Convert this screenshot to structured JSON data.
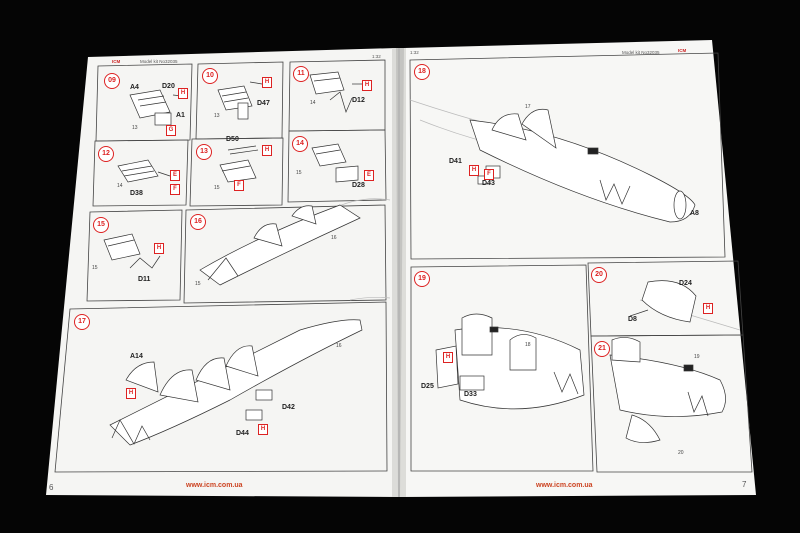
{
  "colors": {
    "background": "#050505",
    "paper": "#f6f6f4",
    "accent": "#d22222",
    "line": "#555555"
  },
  "header": {
    "brand": "ICM",
    "left_model": "Model kit No32035",
    "right_model": "Model kit No32035",
    "scale": "1:32"
  },
  "footer": {
    "left_page": "6",
    "right_page": "7",
    "left_url": "www.icm.com.ua",
    "right_url": "www.icm.com.ua"
  },
  "steps": [
    {
      "number": "09",
      "parts": [
        "A4",
        "D20",
        "A1"
      ],
      "tags": [
        "H",
        "G"
      ]
    },
    {
      "number": "10",
      "parts": [
        "D47"
      ],
      "tags": [
        "H"
      ]
    },
    {
      "number": "11",
      "parts": [
        "D12"
      ],
      "tags": [
        "H"
      ]
    },
    {
      "number": "12",
      "parts": [
        "D38"
      ],
      "tags": [
        "E",
        "F"
      ]
    },
    {
      "number": "13",
      "parts": [
        "D50"
      ],
      "tags": [
        "H",
        "F"
      ]
    },
    {
      "number": "14",
      "parts": [
        "D28"
      ],
      "tags": [
        "E"
      ]
    },
    {
      "number": "15",
      "parts": [
        "D11"
      ],
      "tags": [
        "H"
      ]
    },
    {
      "number": "16",
      "parts": [],
      "tags": []
    },
    {
      "number": "17",
      "parts": [
        "A14",
        "D42",
        "D44"
      ],
      "tags": [
        "H",
        "H"
      ]
    },
    {
      "number": "18",
      "parts": [
        "D41",
        "D43",
        "A8"
      ],
      "tags": [
        "H",
        "F"
      ]
    },
    {
      "number": "19",
      "parts": [
        "D25",
        "D33"
      ],
      "tags": [
        "H"
      ]
    },
    {
      "number": "20",
      "parts": [
        "D24",
        "D8"
      ],
      "tags": [
        "H"
      ]
    },
    {
      "number": "21",
      "parts": [],
      "tags": []
    }
  ],
  "refs": [
    "13",
    "14",
    "15",
    "16",
    "17",
    "18",
    "19",
    "20"
  ]
}
